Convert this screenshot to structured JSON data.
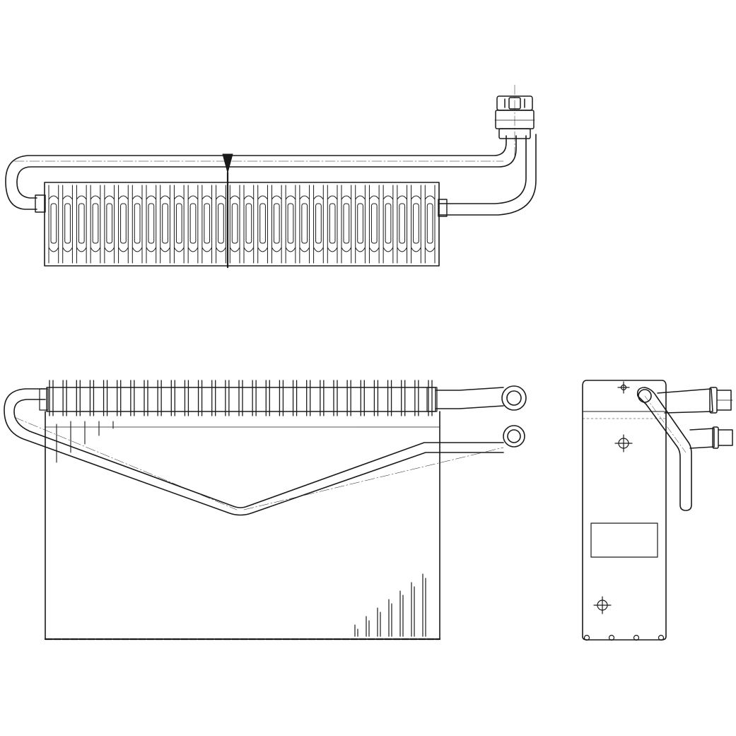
{
  "colors": {
    "line": "#1a1a1a",
    "background": "#ffffff"
  },
  "views": {
    "top": {
      "fin_columns": 28
    },
    "front": {
      "fin_count": 28
    },
    "side": {
      "mount_holes": 4
    }
  }
}
